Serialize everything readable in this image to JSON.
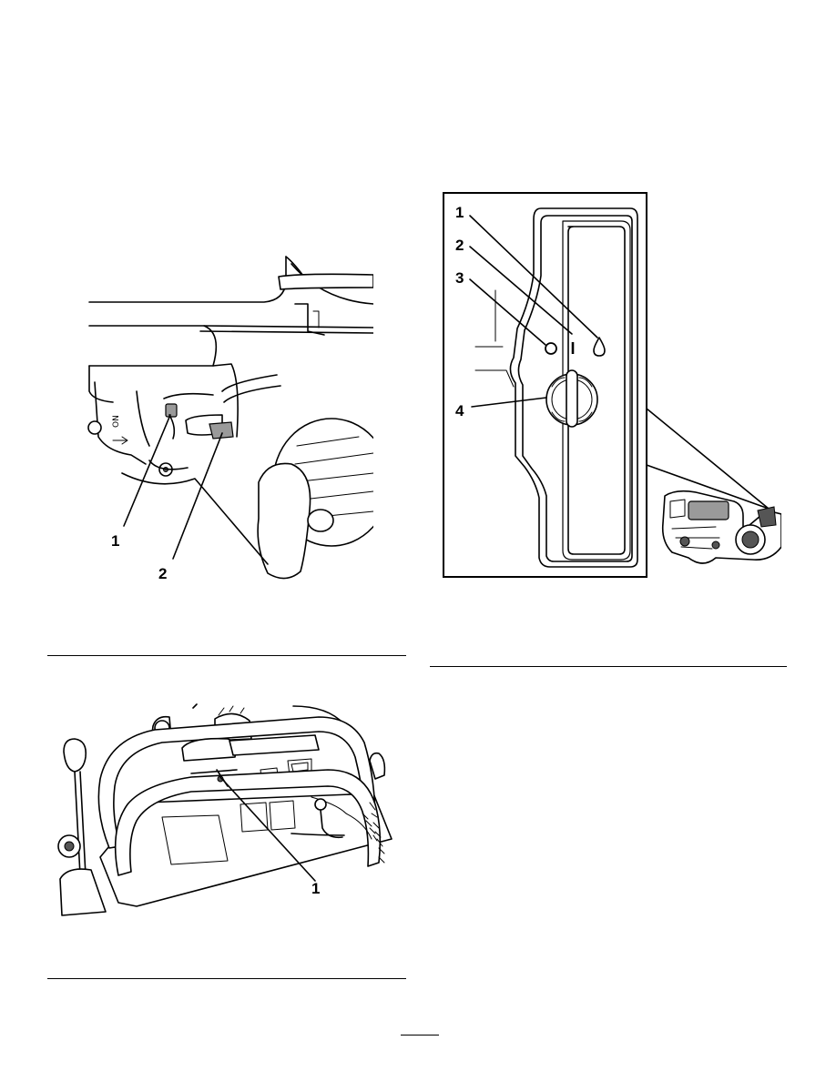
{
  "figure_fuel_controls": {
    "callouts": [
      "1",
      "2"
    ]
  },
  "figure_control_panel": {
    "callouts": [
      "1"
    ]
  },
  "figure_engine_switch": {
    "callouts": [
      "1",
      "2",
      "3",
      "4"
    ],
    "switch_symbols": {
      "on": "I",
      "off": "O"
    }
  }
}
